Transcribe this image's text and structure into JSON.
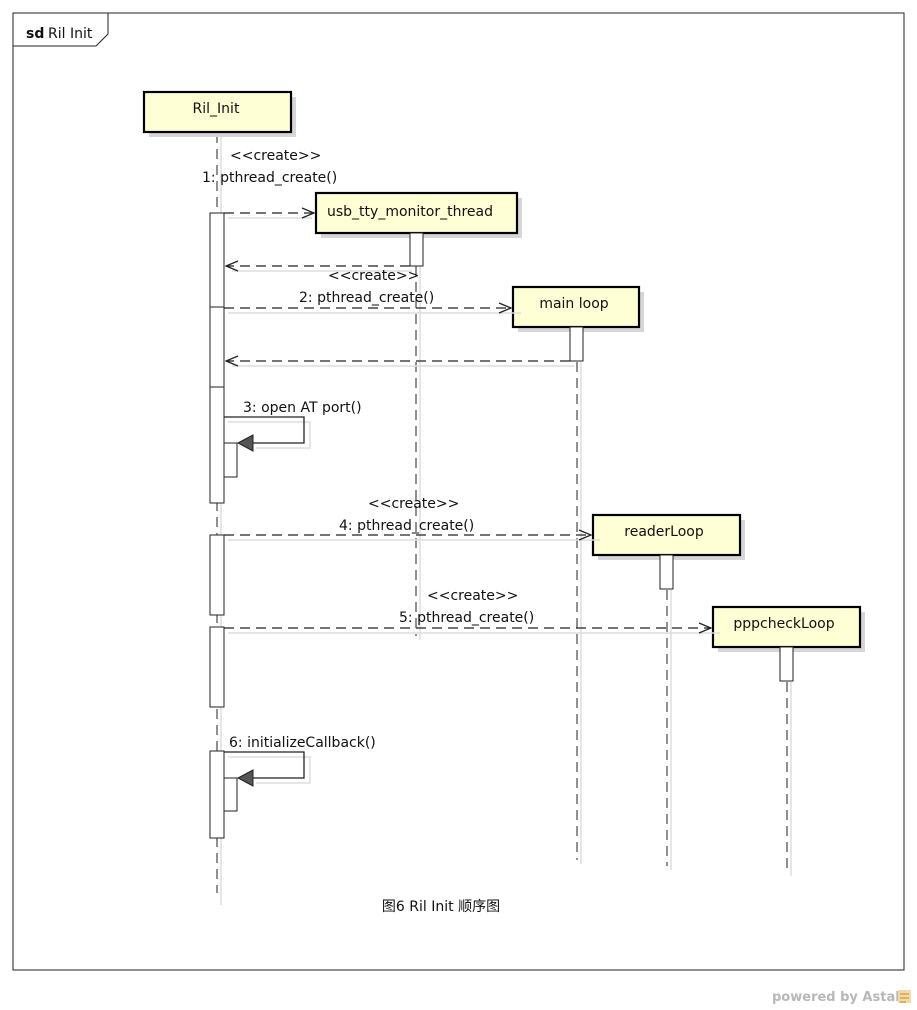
{
  "frame": {
    "keyword": "sd",
    "name": "Ril Init"
  },
  "lifelines": {
    "ril_init": "Ril_Init",
    "usb_tty": "usb_tty_monitor_thread",
    "main_loop": "main loop",
    "reader_loop": "readerLoop",
    "pppcheck_loop": "pppcheckLoop"
  },
  "messages": {
    "m1": {
      "stereotype": "<<create>>",
      "label": "1: pthread_create()"
    },
    "m2": {
      "stereotype": "<<create>>",
      "label": "2: pthread_create()"
    },
    "m3": {
      "label": "3: open AT port()"
    },
    "m4": {
      "stereotype": "<<create>>",
      "label": "4: pthread_create()"
    },
    "m5": {
      "stereotype": "<<create>>",
      "label": "5: pthread_create()"
    },
    "m6": {
      "label": "6: initializeCallback()"
    }
  },
  "caption": "图6 Ril Init 顺序图",
  "watermark": "powered by Astah"
}
